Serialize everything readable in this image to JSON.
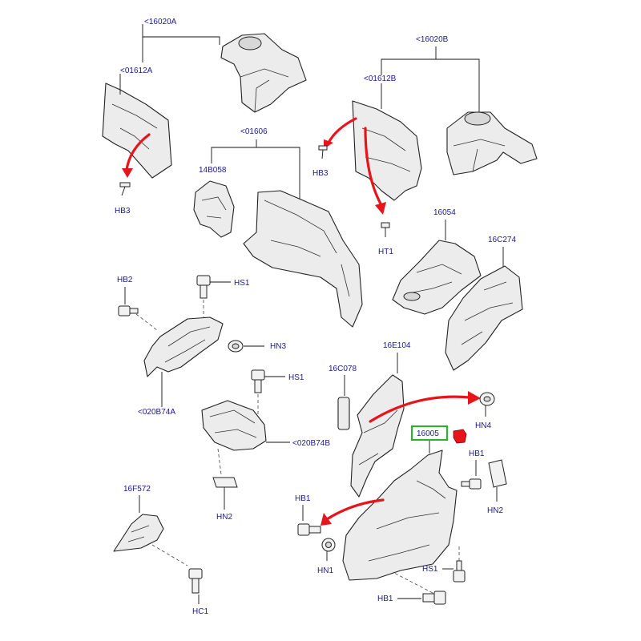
{
  "labels": {
    "p16020A": "<16020A",
    "p01612A": "<01612A",
    "p16020B": "<16020B",
    "p01612B": "<01612B",
    "p01606": "<01606",
    "p14B058": "14B058",
    "hb3_left": "HB3",
    "hb3_mid": "HB3",
    "ht1": "HT1",
    "p16054": "16054",
    "p16C274": "16C274",
    "hb2": "HB2",
    "hs1_top": "HS1",
    "hn3": "HN3",
    "p020B74A": "<020B74A",
    "hs1_mid": "HS1",
    "p020B74B": "<020B74B",
    "hn2_left": "HN2",
    "p16F572": "16F572",
    "hc1": "HC1",
    "p16C078": "16C078",
    "p16E104": "16E104",
    "hn4": "HN4",
    "p16005": "16005",
    "hb1_right": "HB1",
    "hn2_right": "HN2",
    "hb1_left": "HB1",
    "hn1": "HN1",
    "hs1_bottom": "HS1",
    "hb1_bottom": "HB1"
  },
  "highlight_color": "#22b822",
  "arrow_color": "#e8141c",
  "label_color": "#1a1a8c"
}
